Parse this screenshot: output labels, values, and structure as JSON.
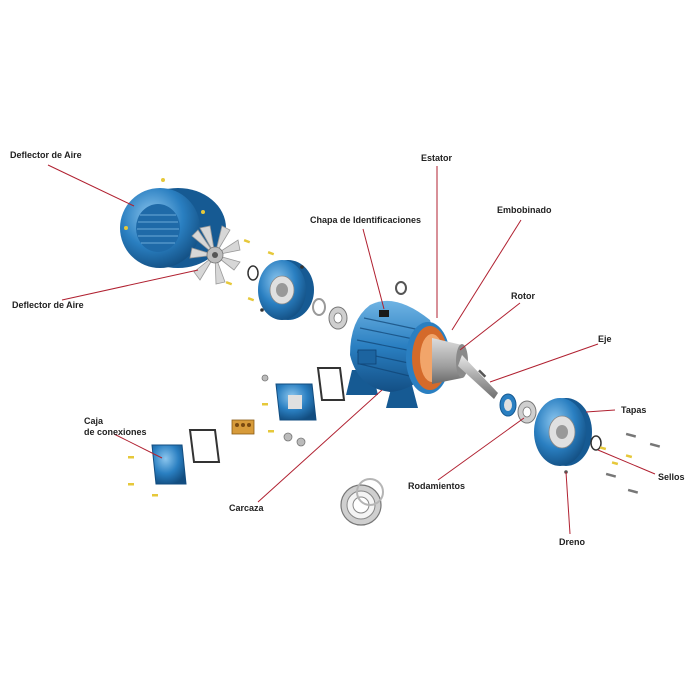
{
  "labels": {
    "air_deflector_top": "Deflector de Aire",
    "air_deflector_fan": "Deflector de Aire",
    "stator": "Estator",
    "winding": "Embobinado",
    "nameplate": "Chapa de Identificaciones",
    "rotor": "Rotor",
    "shaft": "Eje",
    "end_caps": "Tapas",
    "seals": "Sellos",
    "junction_box_line1": "Caja",
    "junction_box_line2": "de conexiones",
    "housing": "Carcaza",
    "bearings": "Rodamientos",
    "drain": "Dreno"
  },
  "colors": {
    "motor_blue": "#2a7fc1",
    "motor_blue_dark": "#165a93",
    "motor_blue_light": "#6fb3e3",
    "leader_line": "#b02030",
    "winding_copper": "#d46a2a",
    "rotor_gray": "#b9b9b9",
    "bolt_yellow": "#e6c83a",
    "gasket_dark": "#333333"
  }
}
